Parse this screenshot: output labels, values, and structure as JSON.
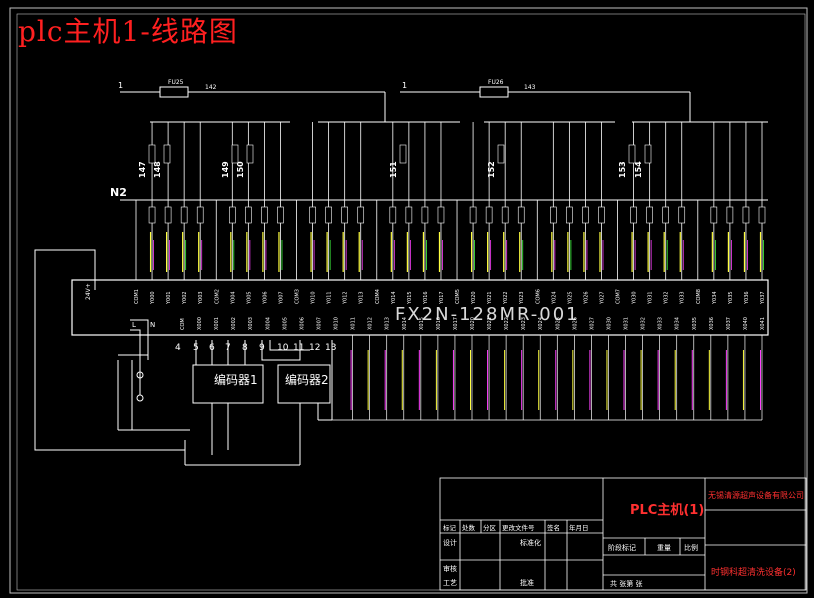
{
  "page_title": "plc主机1-线路图",
  "supply": {
    "feed_left": "1",
    "fuse_left": "FU25",
    "wire_left": "142",
    "feed_right": "1",
    "fuse_right": "FU26",
    "wire_right": "143",
    "n_bus": "N2"
  },
  "plc": {
    "model": "FX2N-128MR-001",
    "pin_24v": "24V+",
    "pin_l": "L",
    "pin_n": "N"
  },
  "output_pins": [
    "COM1",
    "Y000",
    "Y001",
    "Y002",
    "Y003",
    "COM2",
    "Y004",
    "Y005",
    "Y006",
    "Y007",
    "COM3",
    "Y010",
    "Y011",
    "Y012",
    "Y013",
    "COM4",
    "Y014",
    "Y015",
    "Y016",
    "Y017",
    "COM5",
    "Y020",
    "Y021",
    "Y022",
    "Y023",
    "COM6",
    "Y024",
    "Y025",
    "Y026",
    "Y027",
    "COM7",
    "Y030",
    "Y031",
    "Y032",
    "Y033",
    "COM8",
    "Y034",
    "Y035",
    "Y036",
    "Y037"
  ],
  "input_pins": [
    "COM",
    "X000",
    "X001",
    "X002",
    "X003",
    "X004",
    "X005",
    "X006",
    "X007",
    "X010",
    "X011",
    "X012",
    "X013",
    "X014",
    "X015",
    "X016",
    "X017",
    "X020",
    "X021",
    "X022",
    "X023",
    "X024",
    "X025",
    "X026",
    "X027",
    "X030",
    "X031",
    "X032",
    "X033",
    "X034",
    "X035",
    "X036",
    "X037",
    "X040",
    "X041"
  ],
  "wire_numbers": [
    "147",
    "148",
    "149",
    "150",
    "151",
    "152",
    "153",
    "154"
  ],
  "input_terminals": [
    "4",
    "5",
    "6",
    "7",
    "8",
    "9",
    "10",
    "11",
    "12",
    "13"
  ],
  "encoders": [
    "编码器1",
    "编码器2"
  ],
  "title_block": {
    "drawing_title": "PLC主机(1)",
    "company": "无锡清源超声设备有限公司",
    "equipment": "时钢科超清洗设备(2)",
    "header_row": [
      "标记",
      "处数",
      "分区",
      "更改文件号",
      "签名",
      "年月日"
    ],
    "design": "设计",
    "standardize": "标准化",
    "review": "审核",
    "process": "工艺",
    "approve": "批准",
    "stage_mark": "阶段标记",
    "weight": "重量",
    "scale": "比例",
    "sheets": "共  张第  张"
  },
  "colors": {
    "background": "#000000",
    "title": "#ff2020",
    "line": "#ffffff",
    "label": "#ff3030",
    "yellow": "#ffff40",
    "magenta": "#ff40ff",
    "green": "#40ff40",
    "cyan": "#40e0ff",
    "frame": "#c0c0c0"
  }
}
